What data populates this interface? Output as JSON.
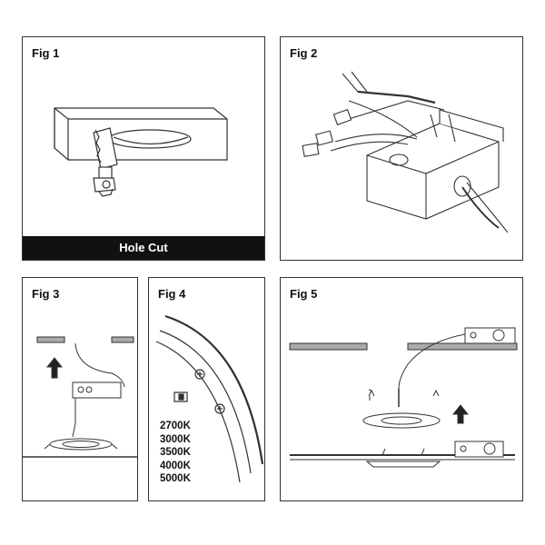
{
  "figures": {
    "fig1": {
      "label": "Fig 1",
      "caption": "Hole Cut"
    },
    "fig2": {
      "label": "Fig 2"
    },
    "fig3": {
      "label": "Fig 3"
    },
    "fig4": {
      "label": "Fig 4",
      "color_temperatures": [
        "2700K",
        "3000K",
        "3500K",
        "4000K",
        "5000K"
      ]
    },
    "fig5": {
      "label": "Fig 5"
    }
  },
  "colors": {
    "line": "#333333",
    "caption_bg": "#111111",
    "caption_text": "#ffffff"
  }
}
